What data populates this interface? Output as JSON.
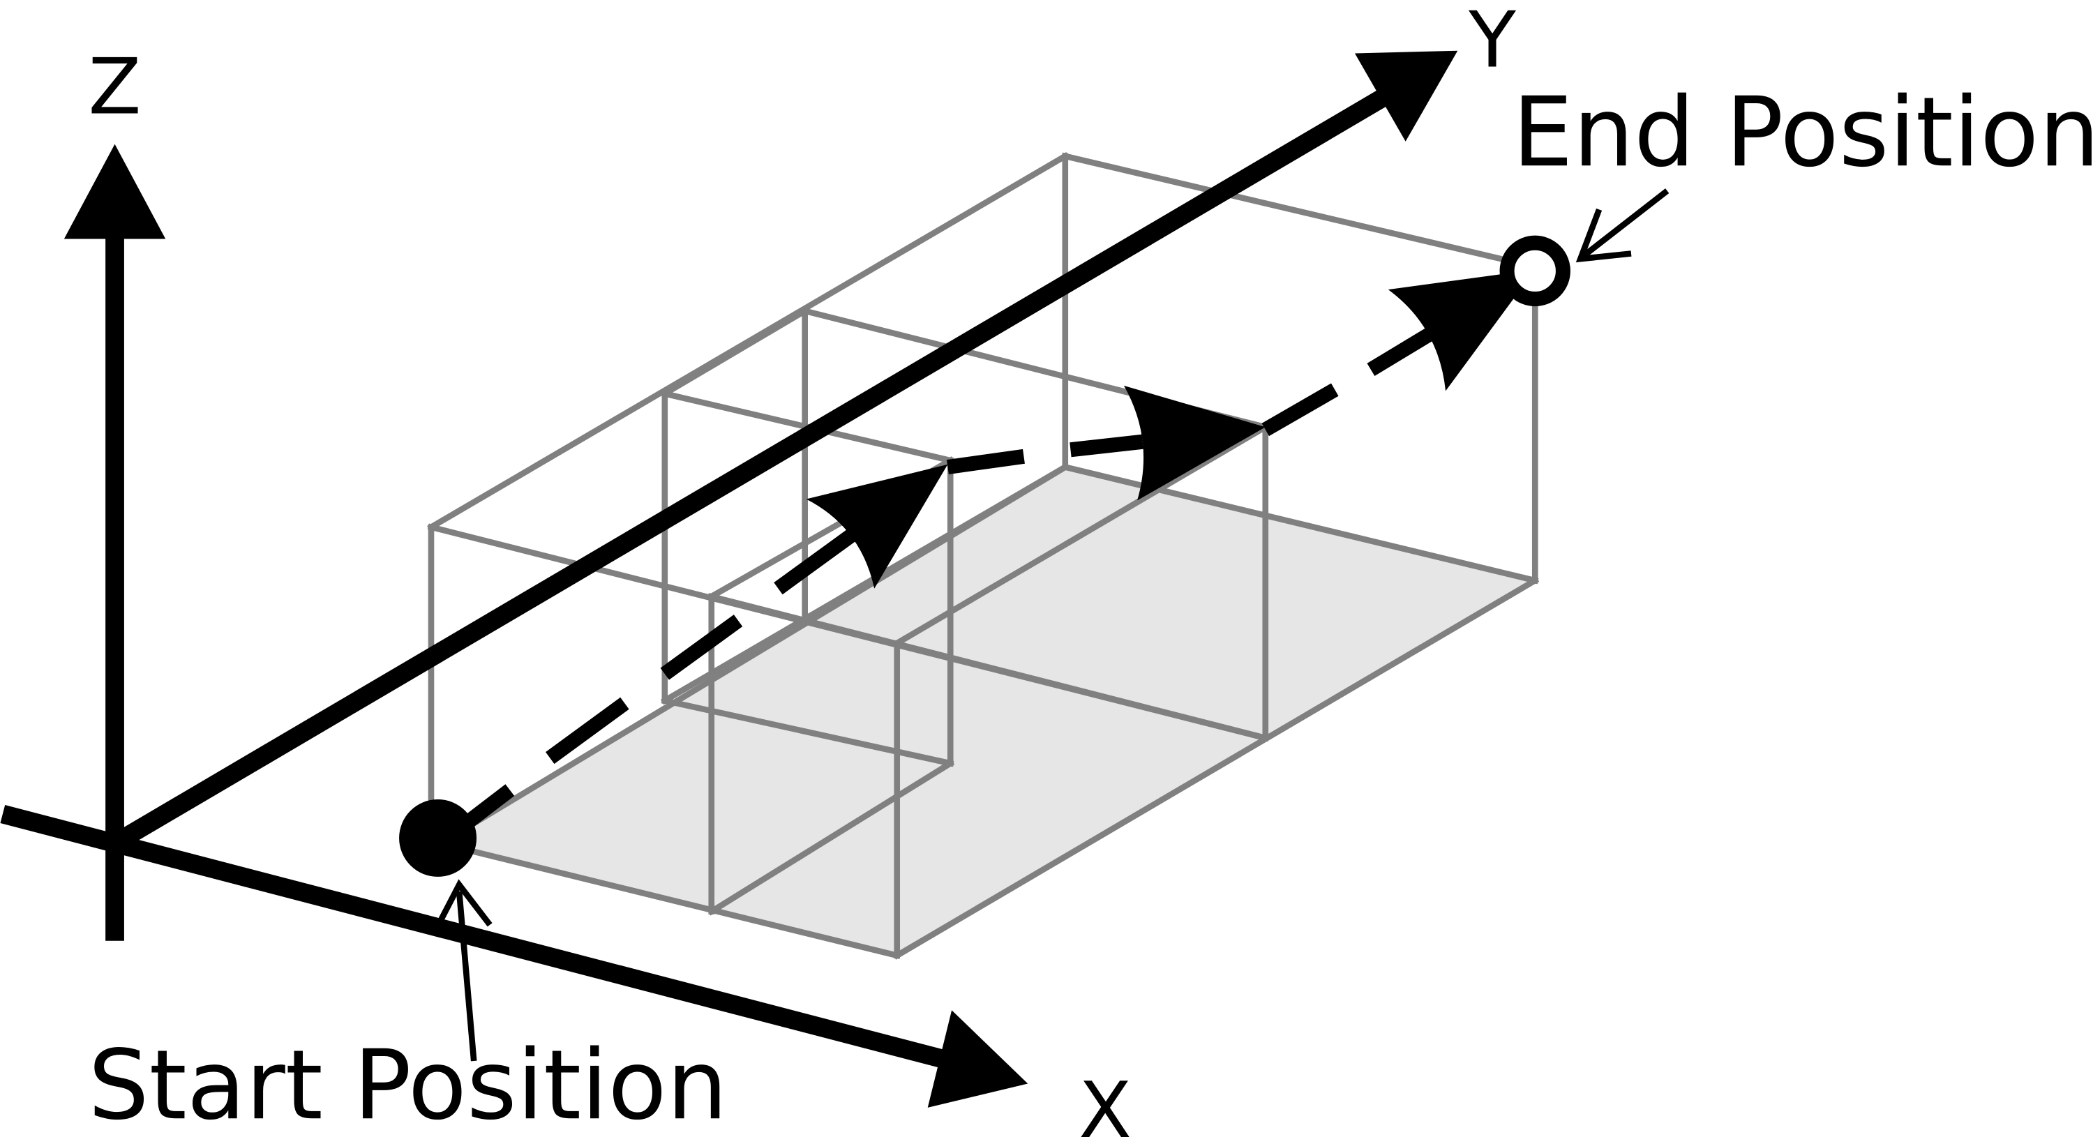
{
  "diagram": {
    "title": "",
    "axes": {
      "x_label": "X",
      "y_label": "Y",
      "z_label": "Z"
    },
    "labels": {
      "start": "Start Position",
      "end": "End Position"
    },
    "colors": {
      "axis": "#000000",
      "box_edges": "#808080",
      "floor_fill": "#e6e6e6",
      "path": "#000000",
      "background": "#ffffff"
    },
    "markers": {
      "start": "filled-circle",
      "end": "hollow-circle"
    },
    "path_style": "dashed-with-direction-arrows",
    "direction_arrow_count": 3
  }
}
